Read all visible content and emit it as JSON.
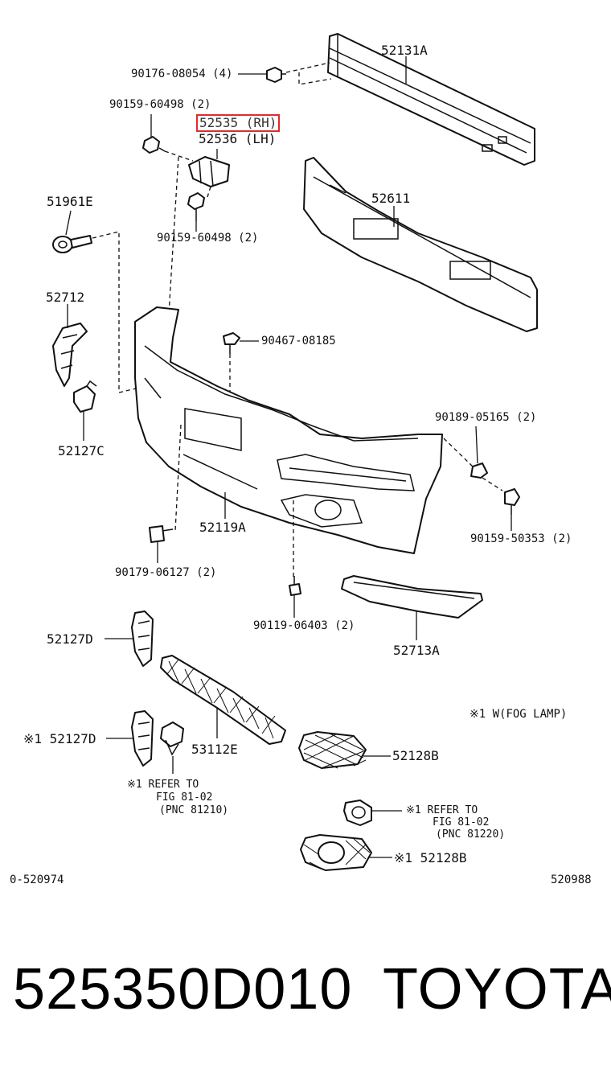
{
  "callouts": {
    "p52131A": "52131A",
    "p90176": "90176-08054 (4)",
    "p90159a": "90159-60498 (2)",
    "p52535": "52535 (RH)",
    "p52536": "52536 (LH)",
    "p51961E": "51961E",
    "p90159b": "90159-60498 (2)",
    "p52611": "52611",
    "p52712": "52712",
    "p90467": "90467-08185",
    "p52127C": "52127C",
    "p90189": "90189-05165 (2)",
    "p90159c": "90159-50353 (2)",
    "p52119A": "52119A",
    "p90179": "90179-06127 (2)",
    "p90119": "90119-06403 (2)",
    "p52713A": "52713A",
    "p52127D_a": "52127D",
    "p52127D_b": "※1  52127D",
    "p53112E": "53112E",
    "p52128B_a": "52128B",
    "p52128B_b": "※1 52128B"
  },
  "notes": {
    "fog": "※1 W(FOG LAMP)",
    "ref1_l1": "※1  REFER TO",
    "ref1_l2": "FIG 81-02",
    "ref1_l3": "(PNC 81210)",
    "ref2_l1": "※1  REFER TO",
    "ref2_l2": "FIG 81-02",
    "ref2_l3": "(PNC 81220)"
  },
  "codes": {
    "left": "0-520974",
    "right": "520988"
  },
  "footer": {
    "part_number": "525350D010",
    "brand": "TOYOTA"
  },
  "colors": {
    "highlight": "#e02b2b",
    "ink": "#111111",
    "background": "#ffffff"
  }
}
